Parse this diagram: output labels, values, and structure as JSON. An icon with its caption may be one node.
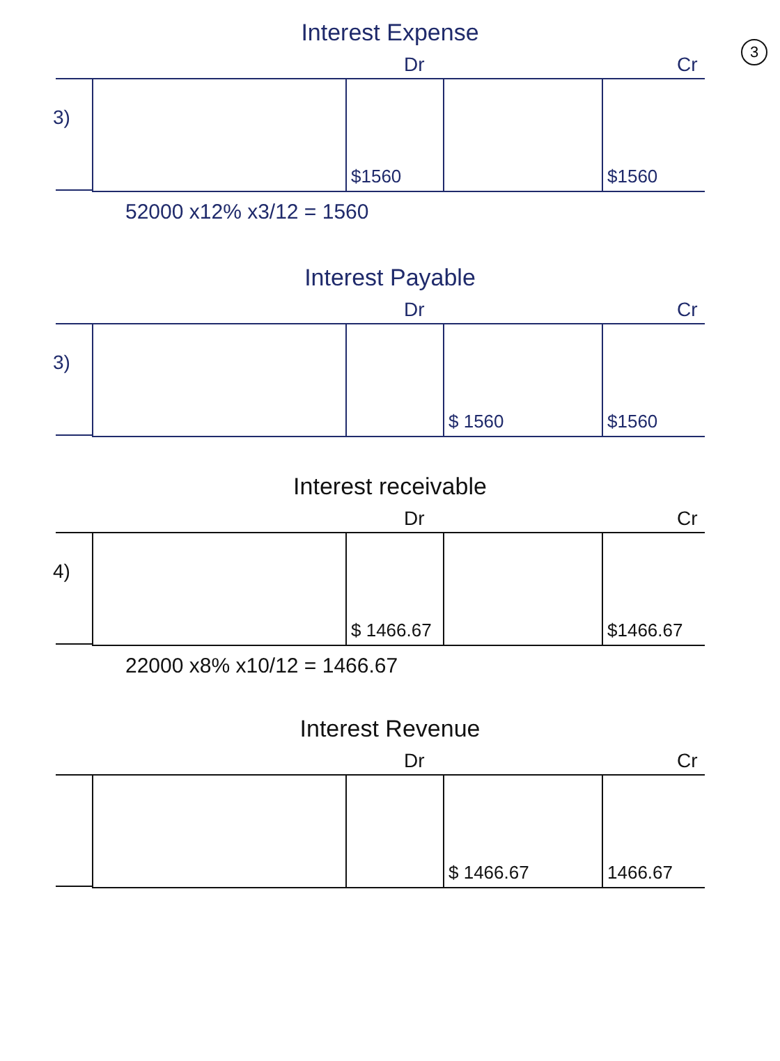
{
  "diagram": {
    "nodes": [
      {
        "text": [
          "Interest Expense",
          "Dr",
          "Cr"
        ],
        "beside": [
          "3)",
          "52000 x12% x3/12 = 1560"
        ]
      },
      {
        "text": [],
        "shape": "box",
        "in": 0
      },
      {
        "text": [
          "$1560"
        ],
        "in": 0
      },
      {
        "text": [],
        "shape": "box",
        "in": 0
      },
      {
        "text": [
          "$1560"
        ],
        "in": 0
      },
      {
        "text": [
          "Interest Payable",
          "Dr",
          "Cr"
        ],
        "beside": [
          "3)"
        ]
      },
      {
        "text": [],
        "shape": "box",
        "in": 5
      },
      {
        "text": [],
        "shape": "box",
        "in": 5
      },
      {
        "text": [
          "$ 1560"
        ],
        "in": 5
      },
      {
        "text": [
          "$1560"
        ],
        "in": 5
      },
      {
        "text": [
          "Interest receivable",
          "Dr",
          "Cr"
        ],
        "beside": [
          "4)",
          "22000 x8% x10/12 = 1466.67"
        ]
      },
      {
        "text": [],
        "shape": "box",
        "in": 10
      },
      {
        "text": [
          "$ 1466.67"
        ],
        "in": 10
      },
      {
        "text": [],
        "shape": "box",
        "in": 10
      },
      {
        "text": [
          "$1466.67"
        ],
        "in": 10
      },
      {
        "text": [
          "Interest Revenue",
          "Dr",
          "Cr"
        ]
      },
      {
        "text": [],
        "shape": "box",
        "in": 15
      },
      {
        "text": [],
        "shape": "box",
        "in": 15
      },
      {
        "text": [
          "$ 1466.67"
        ],
        "in": 15
      },
      {
        "text": [
          "1466.67"
        ],
        "in": 15
      }
    ],
    "labels": [
      "3"
    ]
  }
}
